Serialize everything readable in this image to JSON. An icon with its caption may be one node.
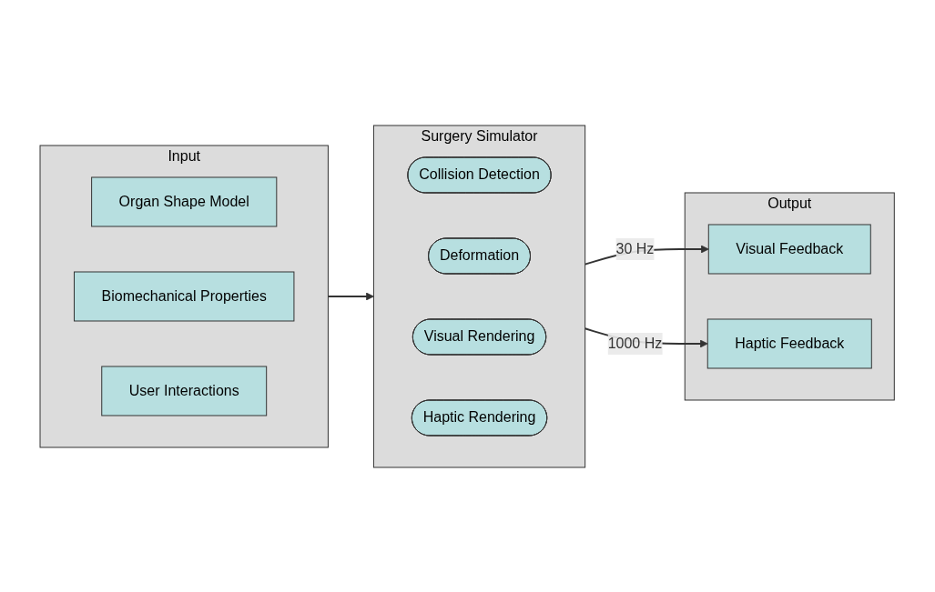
{
  "diagram": {
    "nodes": [
      {
        "text": [
          "Input"
        ]
      },
      {
        "text": [
          "Organ Shape Model"
        ],
        "in": 0
      },
      {
        "text": [
          "Biomechanical Properties"
        ],
        "in": 0
      },
      {
        "text": [
          "User Interactions"
        ],
        "in": 0
      },
      {
        "text": [
          "Surgery Simulator"
        ]
      },
      {
        "text": [
          "Collision Detection"
        ],
        "in": 4
      },
      {
        "text": [
          "Deformation"
        ],
        "in": 4
      },
      {
        "text": [
          "Visual Rendering"
        ],
        "in": 4
      },
      {
        "text": [
          "Haptic Rendering"
        ],
        "in": 4
      },
      {
        "text": [
          "Output"
        ]
      },
      {
        "text": [
          "Visual Feedback"
        ],
        "in": 9
      },
      {
        "text": [
          "Haptic Feedback"
        ],
        "in": 9
      }
    ],
    "edges": [
      {
        "from": 0,
        "to": 4,
        "arrow": "to"
      },
      {
        "from": 4,
        "to": 10,
        "arrow": "to",
        "label": "30 Hz"
      },
      {
        "from": 4,
        "to": 11,
        "arrow": "to",
        "label": "1000 Hz"
      }
    ]
  }
}
